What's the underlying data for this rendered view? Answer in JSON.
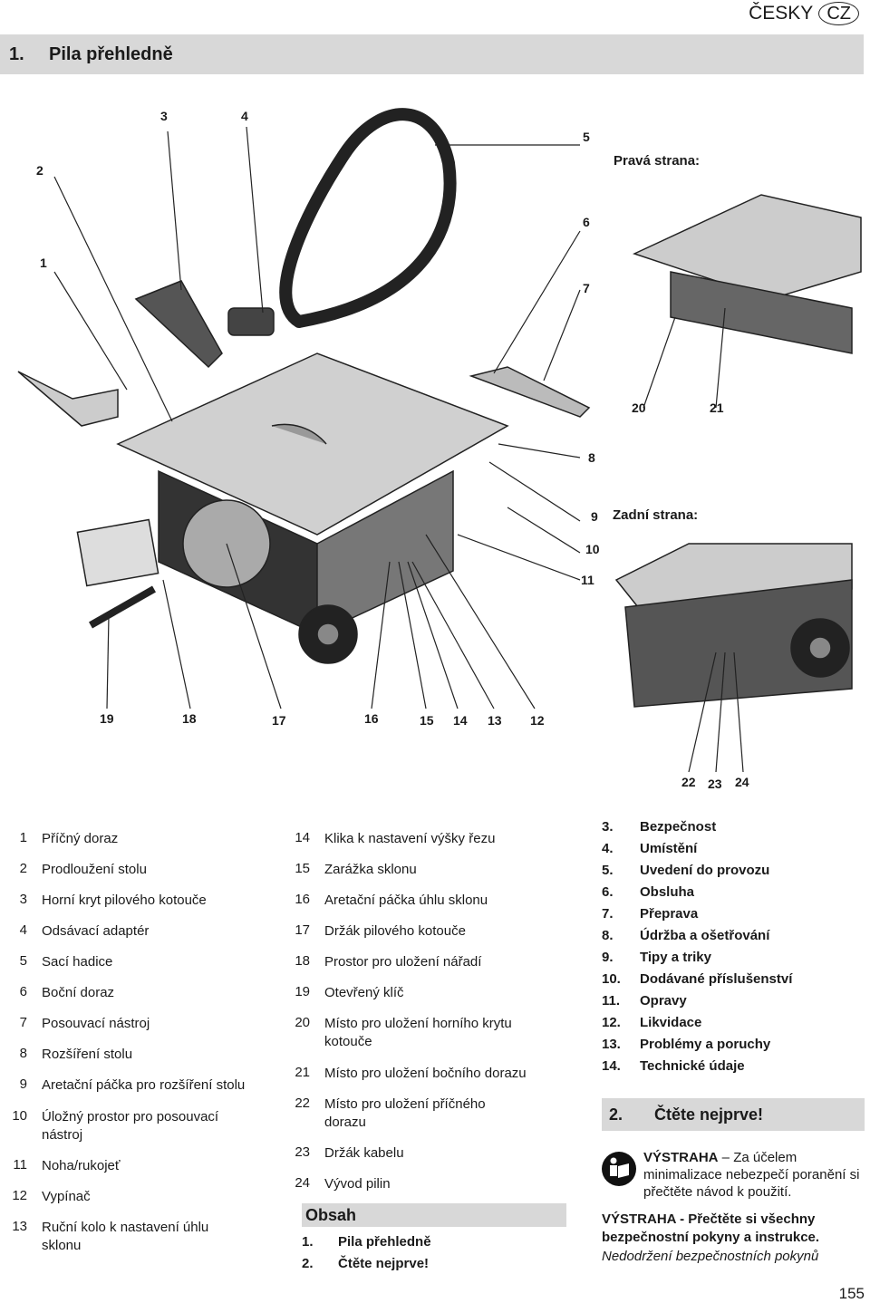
{
  "header": {
    "language": "ČESKY",
    "lang_code": "CZ"
  },
  "section": {
    "number": "1.",
    "title": "Pila přehledně"
  },
  "figure": {
    "callouts": [
      "1",
      "2",
      "3",
      "4",
      "5",
      "6",
      "7",
      "8",
      "9",
      "10",
      "11",
      "12",
      "13",
      "14",
      "15",
      "16",
      "17",
      "18",
      "19",
      "20",
      "21",
      "22",
      "23",
      "24"
    ],
    "right_side_label": "Pravá strana:",
    "rear_side_label": "Zadní strana:"
  },
  "legend_left": [
    {
      "num": "1",
      "text": "Příčný doraz"
    },
    {
      "num": "2",
      "text": "Prodloužení stolu"
    },
    {
      "num": "3",
      "text": "Horní kryt pilového kotouče"
    },
    {
      "num": "4",
      "text": "Odsávací adaptér"
    },
    {
      "num": "5",
      "text": "Sací hadice"
    },
    {
      "num": "6",
      "text": "Boční doraz"
    },
    {
      "num": "7",
      "text": "Posouvací nástroj"
    },
    {
      "num": "8",
      "text": "Rozšíření stolu"
    },
    {
      "num": "9",
      "text": "Aretační páčka pro rozšíření stolu"
    },
    {
      "num": "10",
      "text": "Úložný prostor pro posouvací nástroj"
    },
    {
      "num": "11",
      "text": "Noha/rukojeť"
    },
    {
      "num": "12",
      "text": "Vypínač"
    },
    {
      "num": "13",
      "text": "Ruční kolo k nastavení úhlu sklonu"
    }
  ],
  "legend_mid": [
    {
      "num": "14",
      "text": "Klika k nastavení výšky řezu"
    },
    {
      "num": "15",
      "text": "Zarážka sklonu"
    },
    {
      "num": "16",
      "text": "Aretační páčka úhlu sklonu"
    },
    {
      "num": "17",
      "text": "Držák pilového kotouče"
    },
    {
      "num": "18",
      "text": "Prostor pro uložení nářadí"
    },
    {
      "num": "19",
      "text": "Otevřený klíč"
    },
    {
      "num": "20",
      "text": "Místo pro uložení horního krytu kotouče"
    },
    {
      "num": "21",
      "text": "Místo pro uložení bočního dorazu"
    },
    {
      "num": "22",
      "text": "Místo pro uložení příčného dorazu"
    },
    {
      "num": "23",
      "text": "Držák kabelu"
    },
    {
      "num": "24",
      "text": "Vývod pilin"
    }
  ],
  "toc": {
    "title": "Obsah",
    "items_mid": [
      {
        "num": "1.",
        "text": "Pila přehledně"
      },
      {
        "num": "2.",
        "text": "Čtěte nejprve!"
      }
    ],
    "items_right": [
      {
        "num": "3.",
        "text": "Bezpečnost"
      },
      {
        "num": "4.",
        "text": "Umístění"
      },
      {
        "num": "5.",
        "text": "Uvedení do provozu"
      },
      {
        "num": "6.",
        "text": "Obsluha"
      },
      {
        "num": "7.",
        "text": "Přeprava"
      },
      {
        "num": "8.",
        "text": "Údržba a ošetřování"
      },
      {
        "num": "9.",
        "text": "Tipy a triky"
      },
      {
        "num": "10.",
        "text": "Dodávané příslušenství"
      },
      {
        "num": "11.",
        "text": "Opravy"
      },
      {
        "num": "12.",
        "text": "Likvidace"
      },
      {
        "num": "13.",
        "text": "Problémy a poruchy"
      },
      {
        "num": "14.",
        "text": "Technické údaje"
      }
    ]
  },
  "read_first": {
    "number": "2.",
    "title": "Čtěte nejprve!",
    "warning_label": "VÝSTRAHA",
    "warning_text": " – Za účelem minimalizace nebezpečí poranění si přečtěte návod k použití.",
    "warning2": "VÝSTRAHA - Přečtěte si všechny bezpečnostní pokyny a instrukce.",
    "warning3": "Nedodržení bezpečnostních pokynů"
  },
  "page_number": "155"
}
